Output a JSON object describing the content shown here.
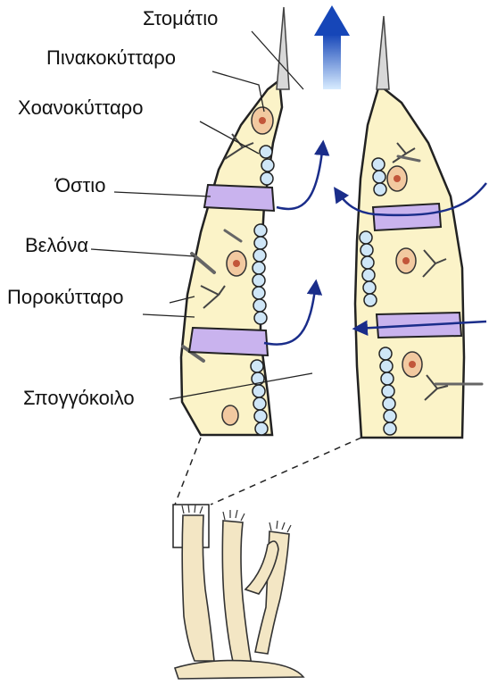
{
  "labels": {
    "stomatio": "Στομάτιο",
    "pinakokyttaro": "Πινακοκύτταρο",
    "choanokyttaro": "Χοανοκύτταρο",
    "ostio": "Όστιο",
    "belona": "Βελόνα",
    "porokyttaro": "Ποροκύτταρο",
    "spongokoilo": "Σπογγόκοιλο"
  },
  "colors": {
    "mesohyl": "#fbf3c8",
    "outline": "#222222",
    "porocyte": "#c9b3ee",
    "choanocyte": "#cfe6f7",
    "nucleus": "#e9a27a",
    "flow_arrow": "#1a2d8a",
    "oscule_arrow": "#1e5fd0"
  }
}
